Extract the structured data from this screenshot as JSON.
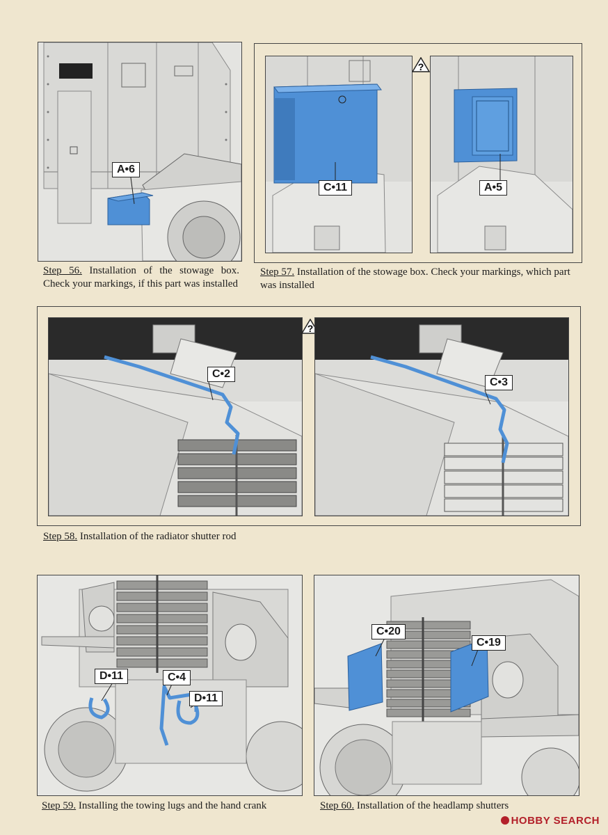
{
  "steps": [
    {
      "number": "Step 56.",
      "text": "Installation of the stowage box. Check your markings, if this part was installed"
    },
    {
      "number": "Step 57.",
      "text": "Installation of the stowage box. Check your markings, which part was installed"
    },
    {
      "number": "Step 58.",
      "text": "Installation of the radiator shutter rod"
    },
    {
      "number": "Step 59.",
      "text": "Installing the towing lugs and the hand crank"
    },
    {
      "number": "Step 60.",
      "text": "Installation of the headlamp shutters"
    }
  ],
  "parts": {
    "s56": [
      "A•6"
    ],
    "s57": [
      "C•11",
      "A•5"
    ],
    "s58": [
      "C•2",
      "C•3"
    ],
    "s59": [
      "D•11",
      "C•4",
      "D•11"
    ],
    "s60": [
      "C•20",
      "C•19"
    ]
  },
  "question_mark": "?",
  "watermark": {
    "brand": "HOBBY SEARCH",
    "icon": "hobby-search-logo-icon"
  },
  "colors": {
    "part_highlight": "#4f90d6",
    "paper": "#efe6cf",
    "panel": "#e9e9e6"
  }
}
